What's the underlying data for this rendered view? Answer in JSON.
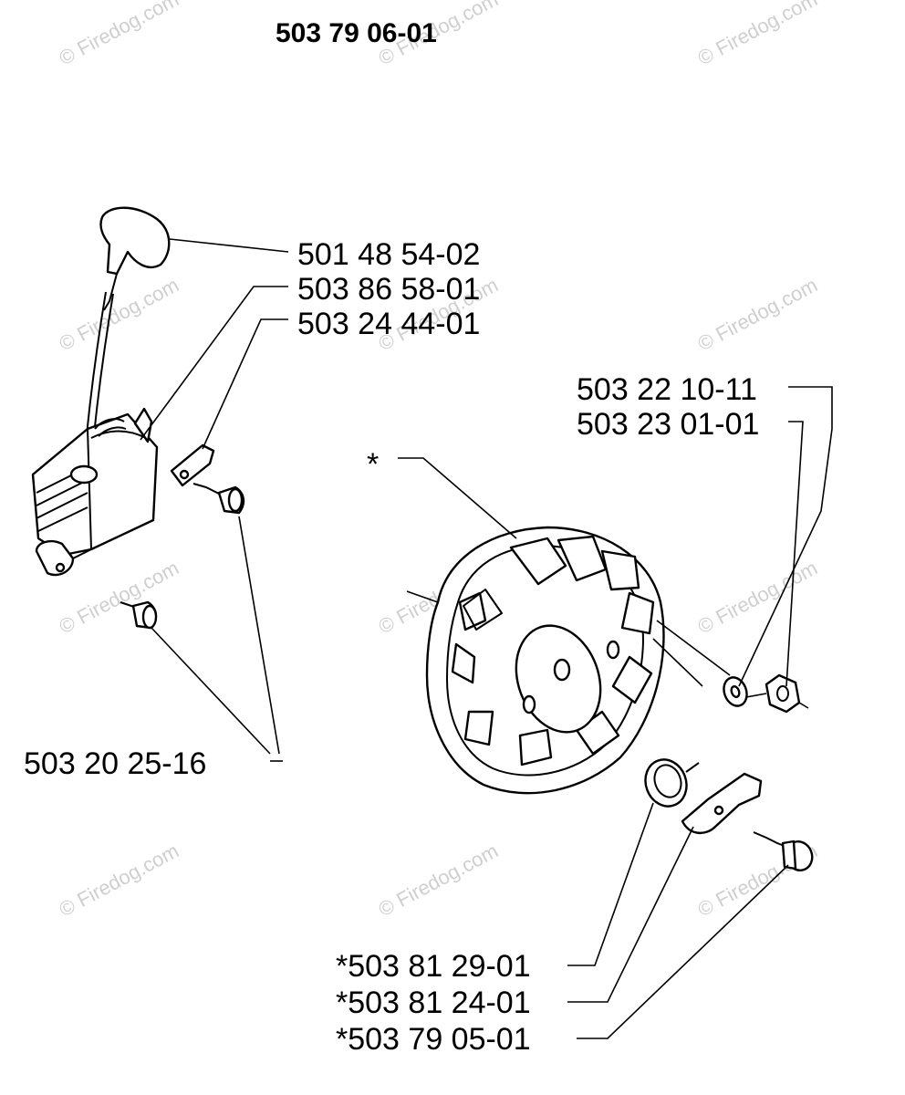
{
  "assembly_number": "503 79 06-01",
  "watermark_text": "© Firedog.com",
  "callouts": {
    "spark_plug_cap": "501 48 54-02",
    "ignition_module": "503 86 58-01",
    "terminal": "503 24 44-01",
    "washer": "503 22 10-11",
    "nut": "503 23 01-01",
    "flywheel": "*",
    "screws": "503 20 25-16",
    "spring": "*503 81 29-01",
    "pawl": "*503 81 24-01",
    "pin": "*503 79 05-01"
  },
  "colors": {
    "ink": "#000000",
    "watermark": "#cfcfcf",
    "background": "#ffffff"
  }
}
